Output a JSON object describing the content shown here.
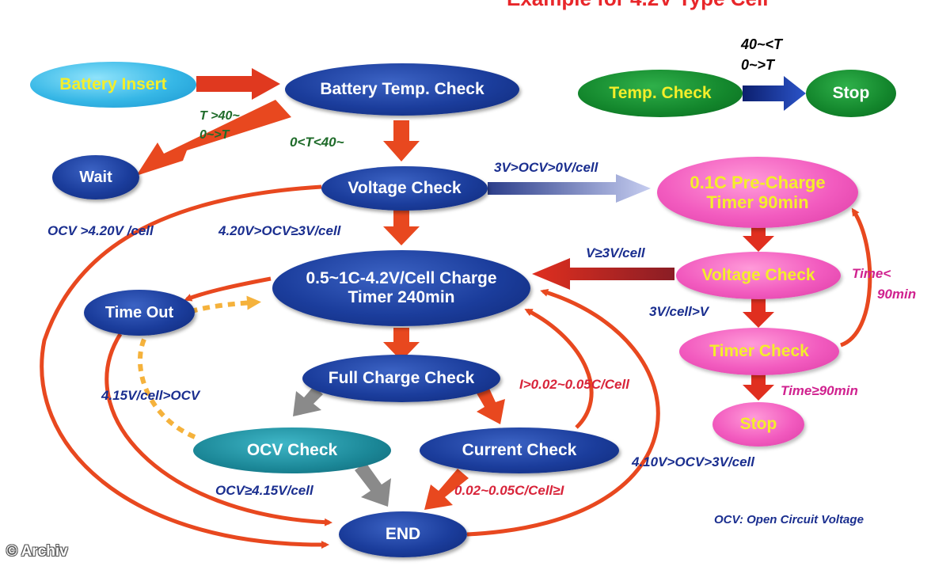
{
  "header": {
    "title_fragment": "Example for 4.2V Type Cell"
  },
  "nodes": {
    "battery_insert": "Battery Insert",
    "battery_temp_check": "Battery Temp. Check",
    "temp_check": "Temp. Check",
    "stop_green": "Stop",
    "wait": "Wait",
    "voltage_check": "Voltage Check",
    "precharge_line1": "0.1C Pre-Charge",
    "precharge_line2": "Timer 90min",
    "charge_line1": "0.5~1C-4.2V/Cell Charge",
    "charge_line2": "Timer 240min",
    "voltage_check_pink": "Voltage Check",
    "timer_check": "Timer Check",
    "stop_pink": "Stop",
    "time_out": "Time Out",
    "full_charge_check": "Full Charge Check",
    "ocv_check": "OCV Check",
    "current_check": "Current Check",
    "end": "END"
  },
  "labels": {
    "temp_stop_line1": "40~<T",
    "temp_stop_line2": "0~>T",
    "temp_wait_line1": "T >40~",
    "temp_wait_line2": "0~>T",
    "temp_ok": "0<T<40~",
    "ocv_precharge": "3V>OCV>0V/cell",
    "ocv_high": "OCV >4.20V /cell",
    "ocv_normal": "4.20V>OCV≥3V/cell",
    "v_ge_3": "V≥3V/cell",
    "v_lt_3": "3V/cell>V",
    "time_lt_line1": "Time<",
    "time_lt_line2": "90min",
    "time_ge": "Time≥90min",
    "ocv_recharge": "4.15V/cell>OCV",
    "current_high": "I>0.02~0.05C/Cell",
    "ocv_full": "OCV≥4.15V/cell",
    "current_low": "0.02~0.05C/Cell≥I",
    "ocv_range": "4.10V>OCV>3V/cell",
    "ocv_legend": "OCV: Open Circuit Voltage"
  },
  "credit": "© Archiv",
  "colors": {
    "flow_arrow": "#e8481f",
    "node_blue": "#1b3d9c",
    "node_pink": "#f25bbf",
    "node_green": "#13862c",
    "node_cyan": "#36b7e6",
    "recharge_dashed": "#f5b23c",
    "inactive_arrow": "#8a8a8a",
    "label_blue": "#1a2e8f",
    "label_red": "#d8243a",
    "label_pink": "#d0228f",
    "label_green": "#1f6b2a"
  },
  "icons": [
    "flow-arrow",
    "gradient-arrow",
    "dashed-curved-arrow"
  ]
}
